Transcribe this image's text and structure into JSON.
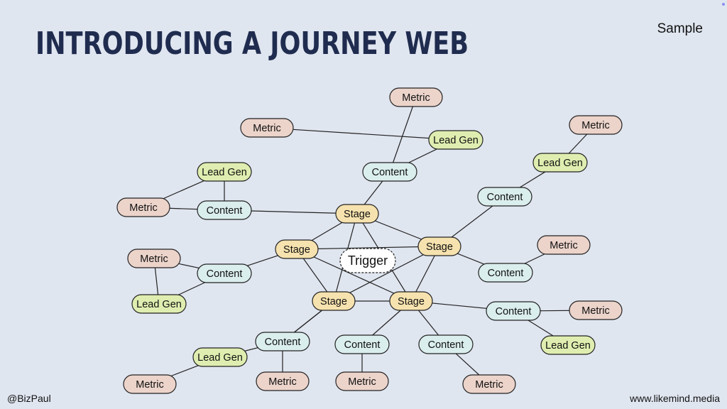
{
  "slide": {
    "title": "INTRODUCING A JOURNEY WEB",
    "sample_label": "Sample",
    "footer_left": "@BizPaul",
    "footer_right": "www.likemind.media"
  },
  "colors": {
    "background": "#e0e6f0",
    "title": "#1f2c4f",
    "stage": "#f6e2ae",
    "content": "#dbeeee",
    "metric": "#ecd4cb",
    "lead_gen": "#dfeeb0",
    "trigger": "#ffffff"
  },
  "diagram": {
    "nodes": [
      {
        "id": "trigger",
        "type": "trigger",
        "label": "Trigger"
      },
      {
        "id": "s1",
        "type": "stage",
        "label": "Stage"
      },
      {
        "id": "s2",
        "type": "stage",
        "label": "Stage"
      },
      {
        "id": "s3",
        "type": "stage",
        "label": "Stage"
      },
      {
        "id": "s4",
        "type": "stage",
        "label": "Stage"
      },
      {
        "id": "s5",
        "type": "stage",
        "label": "Stage"
      },
      {
        "id": "c1",
        "type": "content",
        "label": "Content"
      },
      {
        "id": "m1",
        "type": "metric",
        "label": "Metric"
      },
      {
        "id": "l1",
        "type": "lead_gen",
        "label": "Lead Gen"
      },
      {
        "id": "c2",
        "type": "content",
        "label": "Content"
      },
      {
        "id": "l2",
        "type": "lead_gen",
        "label": "Lead Gen"
      },
      {
        "id": "m2",
        "type": "metric",
        "label": "Metric"
      },
      {
        "id": "m3",
        "type": "metric",
        "label": "Metric"
      },
      {
        "id": "c3",
        "type": "content",
        "label": "Content"
      },
      {
        "id": "l3",
        "type": "lead_gen",
        "label": "Lead Gen"
      },
      {
        "id": "m4",
        "type": "metric",
        "label": "Metric"
      },
      {
        "id": "c4",
        "type": "content",
        "label": "Content"
      },
      {
        "id": "m5",
        "type": "metric",
        "label": "Metric"
      },
      {
        "id": "c5",
        "type": "content",
        "label": "Content"
      },
      {
        "id": "m6",
        "type": "metric",
        "label": "Metric"
      },
      {
        "id": "l4",
        "type": "lead_gen",
        "label": "Lead Gen"
      },
      {
        "id": "c6",
        "type": "content",
        "label": "Content"
      },
      {
        "id": "m7",
        "type": "metric",
        "label": "Metric"
      },
      {
        "id": "l5",
        "type": "lead_gen",
        "label": "Lead Gen"
      },
      {
        "id": "c7",
        "type": "content",
        "label": "Content"
      },
      {
        "id": "l6",
        "type": "lead_gen",
        "label": "Lead Gen"
      },
      {
        "id": "m8",
        "type": "metric",
        "label": "Metric"
      },
      {
        "id": "m9",
        "type": "metric",
        "label": "Metric"
      },
      {
        "id": "c8",
        "type": "content",
        "label": "Content"
      },
      {
        "id": "m10",
        "type": "metric",
        "label": "Metric"
      },
      {
        "id": "c9",
        "type": "content",
        "label": "Content"
      },
      {
        "id": "m11",
        "type": "metric",
        "label": "Metric"
      }
    ],
    "edges": [
      [
        "s1",
        "s2"
      ],
      [
        "s1",
        "s3"
      ],
      [
        "s1",
        "s4"
      ],
      [
        "s1",
        "s5"
      ],
      [
        "s2",
        "s3"
      ],
      [
        "s2",
        "s4"
      ],
      [
        "s2",
        "s5"
      ],
      [
        "s3",
        "s4"
      ],
      [
        "s3",
        "s5"
      ],
      [
        "s4",
        "s5"
      ],
      [
        "s1",
        "c1"
      ],
      [
        "c1",
        "m1"
      ],
      [
        "c1",
        "l1"
      ],
      [
        "l1",
        "m2"
      ],
      [
        "s1",
        "c2"
      ],
      [
        "c2",
        "l2"
      ],
      [
        "c2",
        "m3"
      ],
      [
        "l2",
        "m3"
      ],
      [
        "s3",
        "c3"
      ],
      [
        "c3",
        "l3"
      ],
      [
        "l3",
        "m4"
      ],
      [
        "s3",
        "c4"
      ],
      [
        "c4",
        "m5"
      ],
      [
        "s2",
        "c5"
      ],
      [
        "c5",
        "m6"
      ],
      [
        "c5",
        "l4"
      ],
      [
        "m6",
        "l4"
      ],
      [
        "s5",
        "c6"
      ],
      [
        "c6",
        "m7"
      ],
      [
        "c6",
        "l5"
      ],
      [
        "s4",
        "c7"
      ],
      [
        "c7",
        "l6"
      ],
      [
        "l6",
        "m8"
      ],
      [
        "c7",
        "m9"
      ],
      [
        "s5",
        "c8"
      ],
      [
        "c8",
        "m10"
      ],
      [
        "s5",
        "c9"
      ],
      [
        "c9",
        "m11"
      ]
    ]
  }
}
